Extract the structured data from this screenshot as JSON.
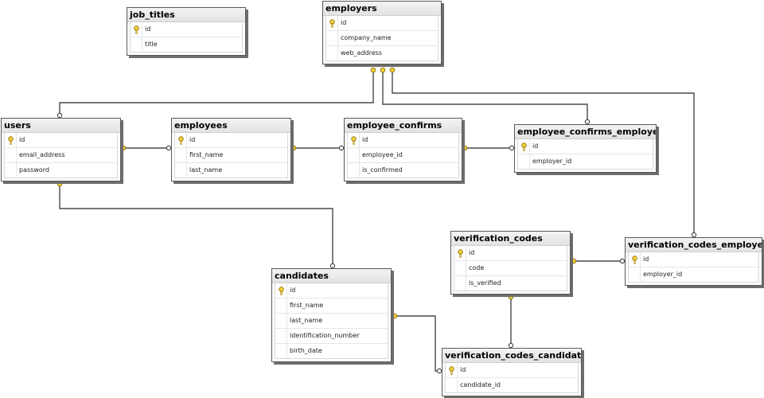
{
  "tables": [
    {
      "id": "job_titles",
      "name": "job_titles",
      "columns": [
        {
          "name": "id",
          "pk": true
        },
        {
          "name": "title",
          "pk": false
        }
      ]
    },
    {
      "id": "employers",
      "name": "employers",
      "columns": [
        {
          "name": "id",
          "pk": true
        },
        {
          "name": "company_name",
          "pk": false
        },
        {
          "name": "web_address",
          "pk": false
        }
      ]
    },
    {
      "id": "users",
      "name": "users",
      "columns": [
        {
          "name": "id",
          "pk": true
        },
        {
          "name": "email_address",
          "pk": false
        },
        {
          "name": "password",
          "pk": false
        }
      ]
    },
    {
      "id": "employees",
      "name": "employees",
      "columns": [
        {
          "name": "id",
          "pk": true
        },
        {
          "name": "first_name",
          "pk": false
        },
        {
          "name": "last_name",
          "pk": false
        }
      ]
    },
    {
      "id": "employee_confirms",
      "name": "employee_confirms",
      "columns": [
        {
          "name": "id",
          "pk": true
        },
        {
          "name": "employee_id",
          "pk": false
        },
        {
          "name": "is_confirmed",
          "pk": false
        }
      ]
    },
    {
      "id": "employee_confirms_employers",
      "name": "employee_confirms_employers",
      "columns": [
        {
          "name": "id",
          "pk": true
        },
        {
          "name": "employer_id",
          "pk": false
        }
      ]
    },
    {
      "id": "verification_codes",
      "name": "verification_codes",
      "columns": [
        {
          "name": "id",
          "pk": true
        },
        {
          "name": "code",
          "pk": false
        },
        {
          "name": "is_verified",
          "pk": false
        }
      ]
    },
    {
      "id": "verification_codes_employers",
      "name": "verification_codes_employers",
      "columns": [
        {
          "name": "id",
          "pk": true
        },
        {
          "name": "employer_id",
          "pk": false
        }
      ]
    },
    {
      "id": "candidates",
      "name": "candidates",
      "columns": [
        {
          "name": "id",
          "pk": true
        },
        {
          "name": "first_name",
          "pk": false
        },
        {
          "name": "last_name",
          "pk": false
        },
        {
          "name": "identification_number",
          "pk": false
        },
        {
          "name": "birth_date",
          "pk": false
        }
      ]
    },
    {
      "id": "verification_codes_candidates",
      "name": "verification_codes_candidates",
      "columns": [
        {
          "name": "id",
          "pk": true
        },
        {
          "name": "candidate_id",
          "pk": false
        }
      ]
    }
  ],
  "relationships": [
    {
      "from": "users",
      "to": "employers"
    },
    {
      "from": "employee_confirms_employers",
      "to": "employers"
    },
    {
      "from": "verification_codes_employers",
      "to": "employers"
    },
    {
      "from": "employees",
      "to": "users"
    },
    {
      "from": "employee_confirms",
      "to": "employees"
    },
    {
      "from": "employee_confirms_employers",
      "to": "employee_confirms"
    },
    {
      "from": "candidates",
      "to": "users"
    },
    {
      "from": "verification_codes_employers",
      "to": "verification_codes"
    },
    {
      "from": "verification_codes_candidates",
      "to": "verification_codes"
    },
    {
      "from": "verification_codes_candidates",
      "to": "candidates"
    }
  ],
  "colors": {
    "key": "#f2d33a",
    "key_outline": "#8a6a00",
    "line": "#4a4a4a",
    "border": "#5a5a5a",
    "shadow": "#6d6d6d"
  }
}
